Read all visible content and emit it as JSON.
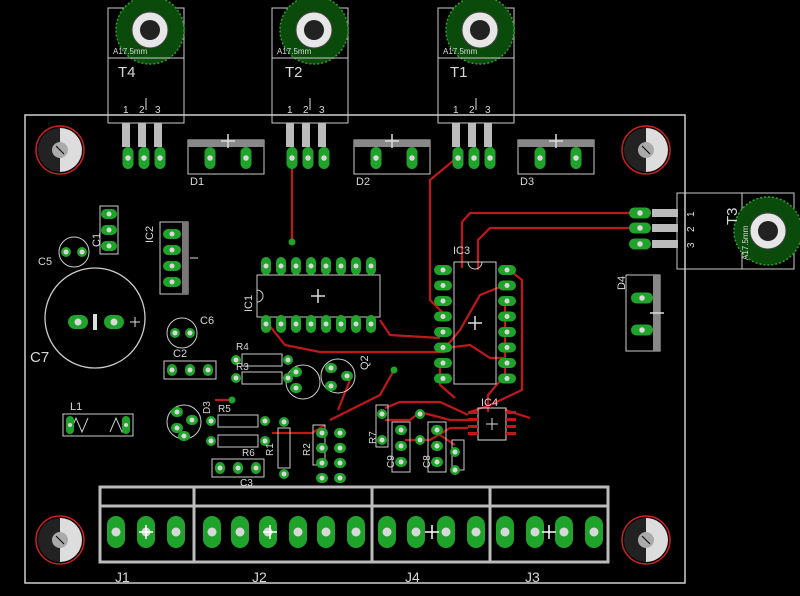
{
  "board": {
    "colors": {
      "background": "#000000",
      "outline": "#cfcfcf",
      "silkscreen": "#c8c8c8",
      "pad": "#1fa32a",
      "pad_hole": "#d8d8d8",
      "trace": "#c01818",
      "mounting_hole": "#d02020"
    }
  },
  "labels": {
    "T4": "T4",
    "T2": "T2",
    "T1": "T1",
    "T3": "T3",
    "D1": "D1",
    "D2": "D2",
    "D3": "D3",
    "D4": "D4",
    "IC1": "IC1",
    "IC2": "IC2",
    "IC3": "IC3",
    "IC4": "IC4",
    "C1": "C1",
    "C2": "C2",
    "C3": "C3",
    "C5": "C5",
    "C6": "C6",
    "C7": "C7",
    "C8": "C8",
    "C9": "C9",
    "L1": "L1",
    "Q2": "Q2",
    "R1": "R1",
    "R2": "R2",
    "R3": "R3",
    "R4": "R4",
    "R5": "R5",
    "R6": "R6",
    "R7": "R7",
    "J1": "J1",
    "J2": "J2",
    "J3": "J3",
    "J4": "J4",
    "D3b": "D3",
    "heatsink": "A17.5mm",
    "pin1": "1",
    "pin2": "2",
    "pin3": "3"
  }
}
